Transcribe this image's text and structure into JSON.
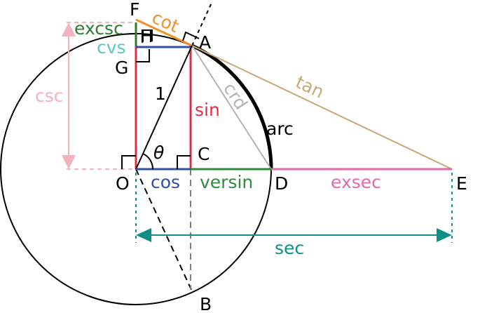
{
  "points": {
    "f": "F",
    "a": "A",
    "h": "H",
    "g": "G",
    "o": "O",
    "c": "C",
    "d": "D",
    "e": "E",
    "b": "B"
  },
  "labels": {
    "cot": "cot",
    "excsc": "excsc",
    "cvs": "cvs",
    "csc": "csc",
    "one": "1",
    "theta": "θ",
    "sin": "sin",
    "crd": "crd",
    "tan": "tan",
    "arc": "arc",
    "cos": "cos",
    "versin": "versin",
    "exsec": "exsec",
    "sec": "sec"
  },
  "colors": {
    "cot": "#f0902a",
    "excsc": "#2e7d32",
    "cvs": "#5cc7c0",
    "csc": "#f3b3bd",
    "sin": "#e0303f",
    "crd": "#b3b3b3",
    "tan": "#c9a878",
    "cos": "#2f4ea6",
    "versin": "#2e8b3a",
    "exsec": "#e46aa8",
    "sec": "#0f8f86",
    "black": "#000000",
    "gray": "#808080"
  }
}
